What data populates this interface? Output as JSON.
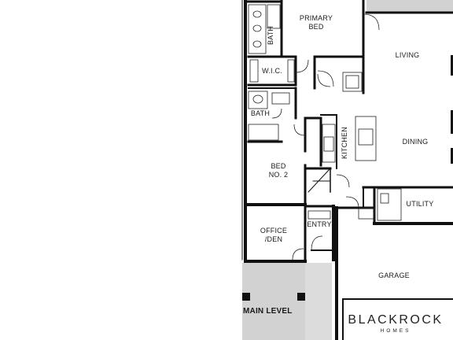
{
  "rooms": {
    "primary_bed": "PRIMARY\nBED",
    "bath_primary": "BATH",
    "wic": "W.I.C.",
    "bath": "BATH",
    "living": "LIVING",
    "dining": "DINING",
    "kitchen": "KITCHEN",
    "bed_2": "BED\nNO. 2",
    "utility": "UTILITY",
    "office_den": "OFFICE\n/DEN",
    "entry": "ENTRY",
    "garage": "GARAGE"
  },
  "level_label": "MAIN LEVEL",
  "logo": {
    "name": "BLACKROCK",
    "sub": "HOMES"
  },
  "colors": {
    "wall": "#111111",
    "exterior_fill": "#cfcfcf",
    "background": "#ffffff"
  }
}
